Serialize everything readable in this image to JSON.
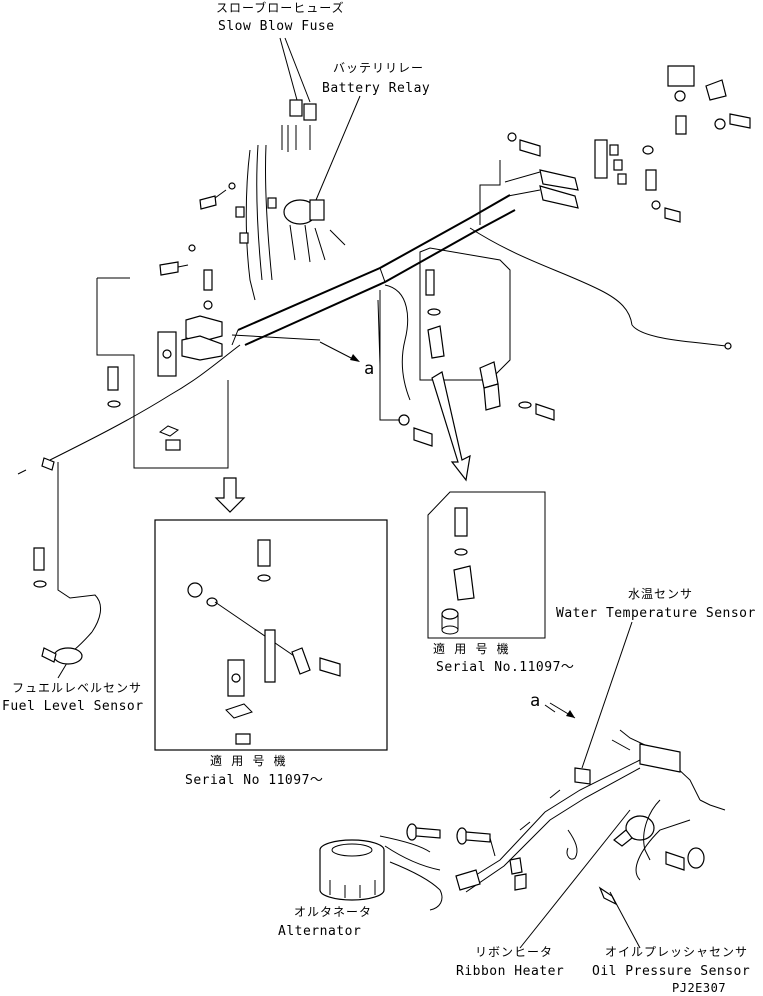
{
  "labels": {
    "slow_blow_fuse_jp": "スローブローヒューズ",
    "slow_blow_fuse_en": "Slow Blow Fuse",
    "battery_relay_jp": "バッテリリレー",
    "battery_relay_en": "Battery Relay",
    "fuel_level_sensor_jp": "フュエルレベルセンサ",
    "fuel_level_sensor_en": "Fuel Level Sensor",
    "water_temp_sensor_jp": "水温センサ",
    "water_temp_sensor_en": "Water Temperature Sensor",
    "alternator_jp": "オルタネータ",
    "alternator_en": "Alternator",
    "ribbon_heater_jp": "リボンヒータ",
    "ribbon_heater_en": "Ribbon Heater",
    "oil_pressure_sensor_jp": "オイルプレッシャセンサ",
    "oil_pressure_sensor_en": "Oil Pressure Sensor"
  },
  "inset_left": {
    "applicable_jp": "適 用 号 機",
    "serial": "Serial No 11097～"
  },
  "inset_right": {
    "applicable_jp": "適 用 号 機",
    "serial": "Serial No.11097～"
  },
  "refs": {
    "a1": "a",
    "a2": "a"
  },
  "drawing_code": "PJ2E307"
}
